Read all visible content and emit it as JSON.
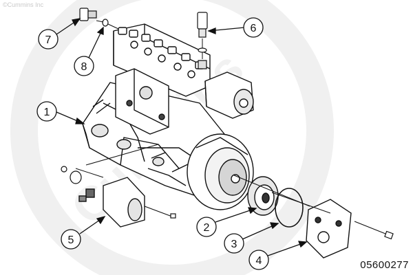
{
  "copyright": "©Cummins Inc",
  "watermark": "Cummins",
  "figure_id": "05600277",
  "callouts": [
    "1",
    "2",
    "3",
    "4",
    "5",
    "6",
    "7",
    "8"
  ],
  "colors": {
    "line": "#111111",
    "body": "#ffffff",
    "shade": "#d8d8d8",
    "dark": "#555555",
    "watermark": "#eeeeee"
  }
}
